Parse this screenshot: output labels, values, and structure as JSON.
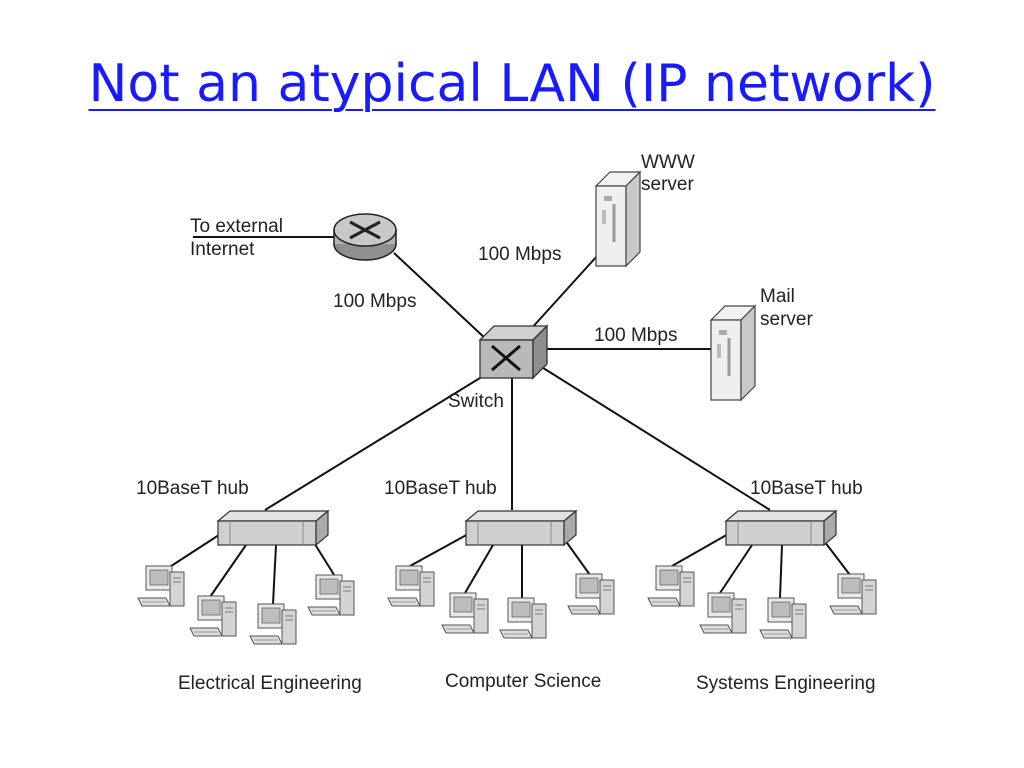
{
  "title": "Not an atypical LAN (IP network)",
  "colors": {
    "title": "#1a1aff",
    "line": "#111111",
    "device": "#c4c4c4"
  },
  "router": {
    "label_line1": "To external",
    "label_line2": "Internet",
    "icon": "router-icon"
  },
  "switch": {
    "label": "Switch",
    "icon": "switch-icon"
  },
  "links": {
    "router_speed": "100 Mbps",
    "www_speed": "100 Mbps",
    "mail_speed": "100 Mbps"
  },
  "servers": {
    "www": {
      "label_line1": "WWW",
      "label_line2": "server",
      "icon": "server-icon"
    },
    "mail": {
      "label_line1": "Mail",
      "label_line2": "server",
      "icon": "server-icon"
    }
  },
  "hubs": [
    {
      "label": "10BaseT hub",
      "department": "Electrical Engineering"
    },
    {
      "label": "10BaseT hub",
      "department": "Computer Science"
    },
    {
      "label": "10BaseT hub",
      "department": "Systems Engineering"
    }
  ]
}
